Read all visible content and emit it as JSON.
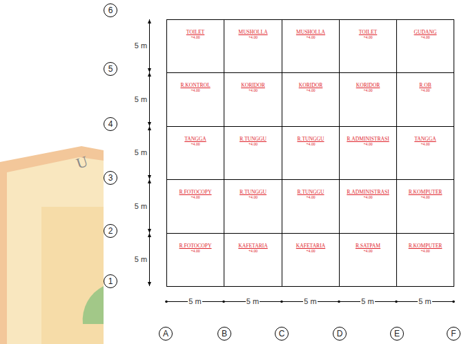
{
  "diagram": {
    "nodes": [
      {
        "text": [
          "TOILET",
          "+4.00"
        ]
      },
      {
        "text": [
          "MUSHOLLA",
          "+4.00"
        ]
      },
      {
        "text": [
          "MUSHOLLA",
          "+4.00"
        ]
      },
      {
        "text": [
          "TOILET",
          "+4.00"
        ]
      },
      {
        "text": [
          "GUDANG",
          "+4.00"
        ]
      },
      {
        "text": [
          "R.KONTROL",
          "+4.00"
        ]
      },
      {
        "text": [
          "KORIDOR",
          "+4.00"
        ]
      },
      {
        "text": [
          "KORIDOR",
          "+4.00"
        ]
      },
      {
        "text": [
          "KORIDOR",
          "+4.00"
        ]
      },
      {
        "text": [
          "R.OB",
          "+4.00"
        ]
      },
      {
        "text": [
          "TANGGA",
          "+4.00"
        ]
      },
      {
        "text": [
          "R.TUNGGU",
          "+4.00"
        ]
      },
      {
        "text": [
          "R.TUNGGU",
          "+4.00"
        ]
      },
      {
        "text": [
          "R.ADMINISTRASI",
          "+4.00"
        ]
      },
      {
        "text": [
          "TANGGA",
          "+4.00"
        ]
      },
      {
        "text": [
          "R.FOTOCOPY",
          "+4.00"
        ]
      },
      {
        "text": [
          "R.TUNGGU",
          "+4.00"
        ]
      },
      {
        "text": [
          "R.TUNGGU",
          "+4.00"
        ]
      },
      {
        "text": [
          "R.ADMINISTRASI",
          "+4.00"
        ]
      },
      {
        "text": [
          "R.KOMPUTER",
          "+4.00"
        ]
      },
      {
        "text": [
          "R.FOTOCOPY",
          "+4.00"
        ]
      },
      {
        "text": [
          "KAFETARIA",
          "+4.00"
        ]
      },
      {
        "text": [
          "KAFETARIA",
          "+4.00"
        ]
      },
      {
        "text": [
          "R.SATPAM",
          "+4.00"
        ]
      },
      {
        "text": [
          "R.KOMPUTER",
          "+4.00"
        ]
      },
      {
        "text": [
          "6"
        ]
      },
      {
        "text": [
          "5"
        ]
      },
      {
        "text": [
          "4"
        ]
      },
      {
        "text": [
          "3"
        ]
      },
      {
        "text": [
          "2"
        ]
      },
      {
        "text": [
          "1"
        ]
      },
      {
        "text": [
          "A"
        ]
      },
      {
        "text": [
          "B"
        ]
      },
      {
        "text": [
          "C"
        ]
      },
      {
        "text": [
          "D"
        ]
      },
      {
        "text": [
          "E"
        ]
      },
      {
        "text": [
          "F"
        ]
      }
    ],
    "labels": [
      "5 m",
      "5 m",
      "5 m",
      "5 m",
      "5 m",
      "5 m",
      "5 m",
      "5 m",
      "5 m",
      "5 m",
      "U"
    ]
  }
}
